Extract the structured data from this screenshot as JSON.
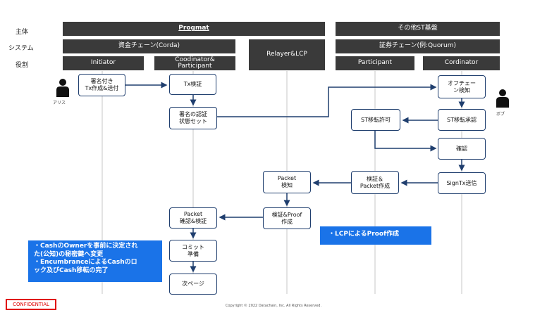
{
  "row_labels": {
    "entity": "主体",
    "system": "システム",
    "role": "役割"
  },
  "entities": {
    "progmat": "Progmat",
    "other": "その他ST基盤"
  },
  "systems": {
    "corda": "資金チェーン(Corda)",
    "relayer": "Relayer&LCP",
    "quorum": "証券チェーン(例:Quorum)"
  },
  "roles": {
    "initiator": "Initiator",
    "coordinator_participant": "Coodinator&\nParticipant",
    "participant": "Participant",
    "coordinator": "Cordinator"
  },
  "actors": {
    "alice": "アリス",
    "bob": "ボブ"
  },
  "boxes": {
    "sign_send": "署名付き\nTx作成&送付",
    "tx_verify": "Tx検証",
    "sig_verify": "署名の認証\n状態セット",
    "offchain_detect": "オフチェー\nン検知",
    "st_approve": "ST移転承認",
    "st_permit": "ST移転許可",
    "confirm": "確認",
    "sign_tx_send": "SignTx送信",
    "verify_packet": "検証＆\nPacket作成",
    "packet_detect": "Packet\n検知",
    "verify_proof": "検証&Proof\n作成",
    "packet_confirm": "Packet\n確認&検証",
    "commit_prep": "コミット\n準備",
    "next_page": "次ページ"
  },
  "notes": {
    "lcp_proof": "・LCPによるProof作成",
    "cash_owner": "・CashのOwnerを事前に決定され\nた(公知)の秘密鍵へ変更\n・EncumbranceによるCashのロ\nック及びCash移転の完了"
  },
  "footer": {
    "confidential": "CONFIDENTIAL",
    "copyright": "Copyright © 2022 Datachain, Inc.  All Rights Reserved."
  },
  "colors": {
    "header_bg": "#3a3a3a",
    "arrow": "#1f3e6e",
    "note_bg": "#1a73e8",
    "confidential": "#e00000"
  }
}
